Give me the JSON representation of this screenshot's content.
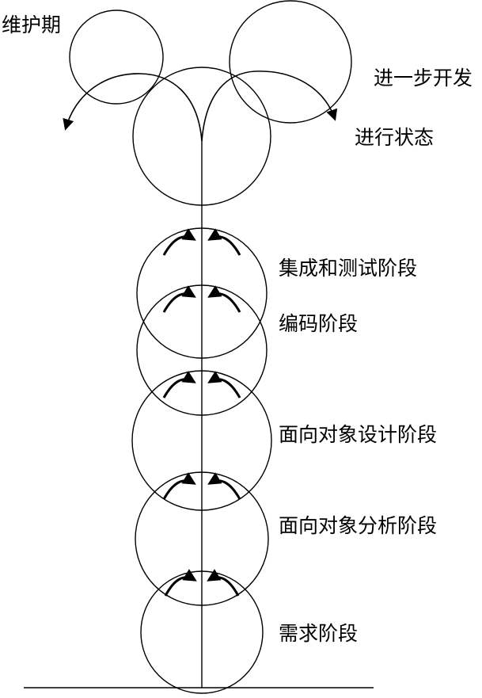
{
  "diagram": {
    "type": "fountain-model",
    "background_color": "#ffffff",
    "line_color": "#000000",
    "labels": {
      "maintenance": "维护期",
      "further_development": "进一步开发",
      "ongoing_state": "进行状态"
    },
    "phases": [
      {
        "label": "集成和测试阶段"
      },
      {
        "label": "编码阶段"
      },
      {
        "label": "面向对象设计阶段"
      },
      {
        "label": "面向对象分析阶段"
      },
      {
        "label": "需求阶段"
      }
    ]
  }
}
